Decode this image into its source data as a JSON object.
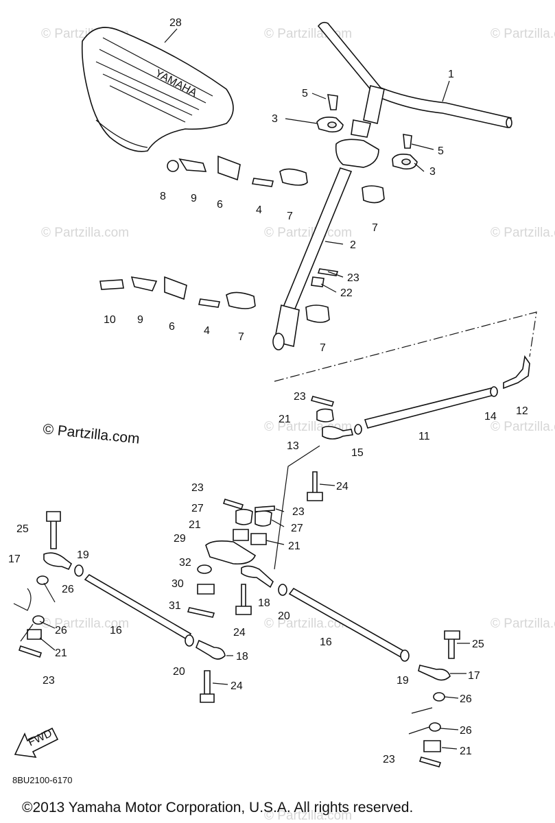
{
  "diagram": {
    "watermark": "© Partzilla.com",
    "watermark_main": "© Partzilla.com",
    "diagram_code": "8BU2100-6170",
    "copyright": "©2013 Yamaha Motor Corporation, U.S.A. All rights reserved.",
    "seat_brand": "YAMAHA",
    "fwd_label": "FWD",
    "callouts": [
      {
        "id": "c28a",
        "text": "28"
      },
      {
        "id": "c1",
        "text": "1"
      },
      {
        "id": "c5a",
        "text": "5"
      },
      {
        "id": "c3a",
        "text": "3"
      },
      {
        "id": "c5b",
        "text": "5"
      },
      {
        "id": "c3b",
        "text": "3"
      },
      {
        "id": "c8",
        "text": "8"
      },
      {
        "id": "c9a",
        "text": "9"
      },
      {
        "id": "c6a",
        "text": "6"
      },
      {
        "id": "c4a",
        "text": "4"
      },
      {
        "id": "c7a",
        "text": "7"
      },
      {
        "id": "c7b",
        "text": "7"
      },
      {
        "id": "c2",
        "text": "2"
      },
      {
        "id": "c23a",
        "text": "23"
      },
      {
        "id": "c22",
        "text": "22"
      },
      {
        "id": "c10",
        "text": "10"
      },
      {
        "id": "c9b",
        "text": "9"
      },
      {
        "id": "c6b",
        "text": "6"
      },
      {
        "id": "c4b",
        "text": "4"
      },
      {
        "id": "c7c",
        "text": "7"
      },
      {
        "id": "c7d",
        "text": "7"
      },
      {
        "id": "c23b",
        "text": "23"
      },
      {
        "id": "c21a",
        "text": "21"
      },
      {
        "id": "c11",
        "text": "11"
      },
      {
        "id": "c14",
        "text": "14"
      },
      {
        "id": "c12",
        "text": "12"
      },
      {
        "id": "c13",
        "text": "13"
      },
      {
        "id": "c15",
        "text": "15"
      },
      {
        "id": "c24a",
        "text": "24"
      },
      {
        "id": "c23c",
        "text": "23"
      },
      {
        "id": "c23d",
        "text": "23"
      },
      {
        "id": "c27a",
        "text": "27"
      },
      {
        "id": "c27b",
        "text": "27"
      },
      {
        "id": "c21b",
        "text": "21"
      },
      {
        "id": "c21c",
        "text": "21"
      },
      {
        "id": "c29",
        "text": "29"
      },
      {
        "id": "c32",
        "text": "32"
      },
      {
        "id": "c30",
        "text": "30"
      },
      {
        "id": "c31",
        "text": "31"
      },
      {
        "id": "c18a",
        "text": "18"
      },
      {
        "id": "c24b",
        "text": "24"
      },
      {
        "id": "c20a",
        "text": "20"
      },
      {
        "id": "c16a",
        "text": "16"
      },
      {
        "id": "c25a",
        "text": "25"
      },
      {
        "id": "c17a",
        "text": "17"
      },
      {
        "id": "c19a",
        "text": "19"
      },
      {
        "id": "c26a",
        "text": "26"
      },
      {
        "id": "c26b",
        "text": "26"
      },
      {
        "id": "c21d",
        "text": "21"
      },
      {
        "id": "c23e",
        "text": "23"
      },
      {
        "id": "c16b",
        "text": "16"
      },
      {
        "id": "c20b",
        "text": "20"
      },
      {
        "id": "c18b",
        "text": "18"
      },
      {
        "id": "c24c",
        "text": "24"
      },
      {
        "id": "c25b",
        "text": "25"
      },
      {
        "id": "c17b",
        "text": "17"
      },
      {
        "id": "c19b",
        "text": "19"
      },
      {
        "id": "c26c",
        "text": "26"
      },
      {
        "id": "c26d",
        "text": "26"
      },
      {
        "id": "c21e",
        "text": "21"
      },
      {
        "id": "c23f",
        "text": "23"
      }
    ]
  }
}
